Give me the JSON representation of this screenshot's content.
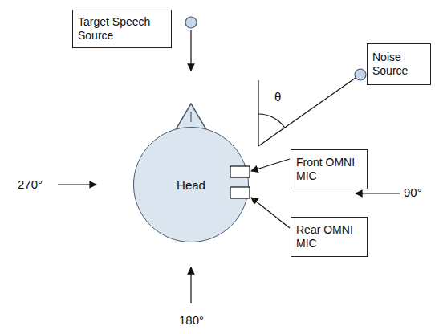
{
  "diagram": {
    "nodes": [
      {
        "text": [
          "Target Speech Source"
        ]
      },
      {
        "text": [
          "Noise Source"
        ]
      },
      {
        "text": [
          "Head"
        ]
      },
      {
        "text": [
          "Front OMNI MIC"
        ]
      },
      {
        "text": [
          "Rear OMNI MIC"
        ]
      }
    ],
    "labels": [
      "θ",
      "270°",
      "90°",
      "180°"
    ]
  }
}
